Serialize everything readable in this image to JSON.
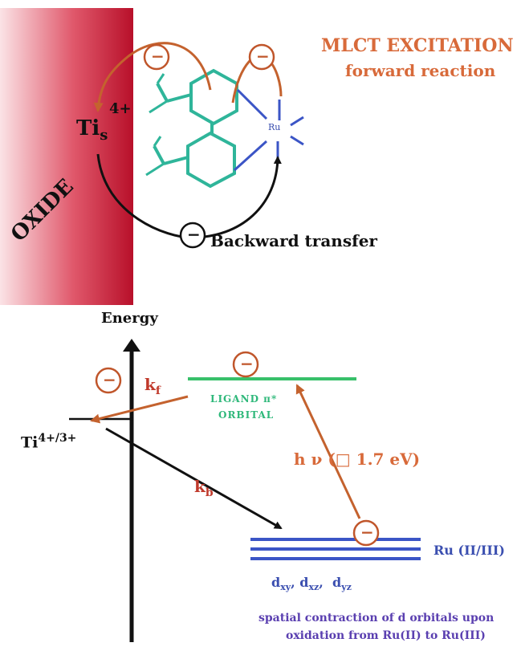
{
  "title": {
    "line1": "MLCT EXCITATION",
    "line2": "forward reaction"
  },
  "surface_label": "OXIDE",
  "backward_label": "Backward transfer",
  "ti_surface": {
    "base": "Ti",
    "subscript": "s",
    "superscript": "4+"
  },
  "complex_metal": "Ru",
  "electron_symbol": "−",
  "energy_axis_label": "Energy",
  "ti_level": {
    "base": "Ti",
    "superscript": "4+/3+"
  },
  "kf_label": {
    "base": "k",
    "subscript": "f"
  },
  "kb_label": {
    "base": "k",
    "subscript": "b"
  },
  "ligand_label": {
    "line1": "LIGAND π*",
    "line2": "ORBITAL"
  },
  "hv_label": "h ν (□ 1.7 eV)",
  "ru_level_label": "Ru (II/III)",
  "d_orbitals": {
    "d": "d",
    "xy": "xy",
    "xz": "xz",
    "yz": "yz"
  },
  "note": {
    "line1": "spatial contraction of d orbitals upon",
    "line2": "oxidation from Ru(II) to Ru(III)"
  },
  "colors": {
    "oxide": "#c8283a",
    "electron": "#c0562b",
    "ligand": "#38c06a",
    "ruthenium": "#3b55c6",
    "arrow_forward": "#c4622e",
    "molecule": "#2fb59a"
  }
}
